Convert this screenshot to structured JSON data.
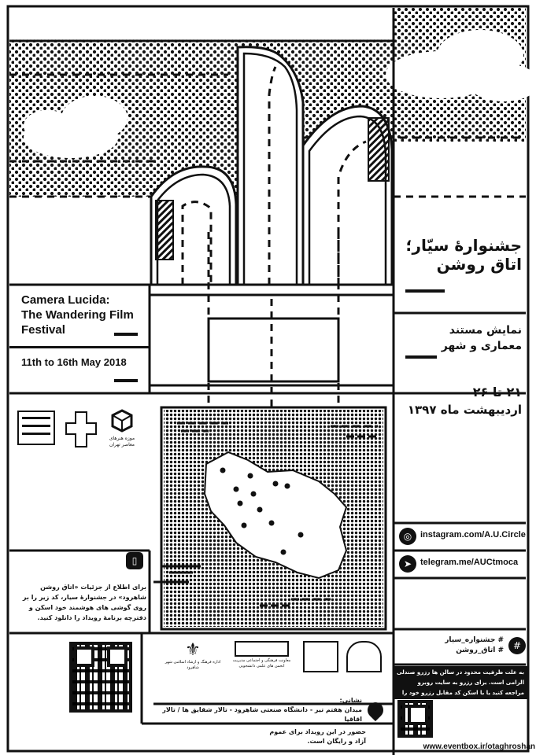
{
  "english": {
    "title_line1": "Camera Lucida:",
    "title_line2": "The Wandering Film",
    "title_line3": "Festival",
    "dates": "11th to 16th May 2018"
  },
  "persian": {
    "festival_title_line1": "جشنوارهٔ سیّار؛",
    "festival_title_line2": "اتاق روشن",
    "screening_line1": "نمایش مستند",
    "screening_line2": "معماری و شهر",
    "date_line1": "۲۱ تا ۲۶",
    "date_line2": "اردیبهشت ماه ۱۳۹۷",
    "info_text": "برای اطلاع از جزئیات «اتاق روشن شاهرود» در جشنوارهٔ سیار، کد زیر را بر روی گوشی های هوشمند خود اسکن و دفترچه برنامهٔ رویداد را دانلود کنید.",
    "hashtag1": "# جشنواره_سیار",
    "hashtag2": "# اتاق_روشن",
    "capacity_note": "به علت ظرفیت محدود در سالن ها رزرو صندلی الزامی است. برای رزرو به سایت روبرو مراجعه کنید یا با اسکن کد مقابل رزرو خود را انجام دهید.",
    "address_label": "نشانی:",
    "address": "میدان هفتم تیر - دانشگاه صنعتی شاهرود - تالار شقایق ها / تالار اقاقیا",
    "free_entry_line1": "حضور در این رویداد برای عموم",
    "free_entry_line2": "آزاد و رایگان است.",
    "logo_museum": "موزه هنرهای معاصر تهران",
    "logo_deputy": "معاونت فرهنگی و اجتماعی مدیریت انجمن های علمی دانشجویی",
    "logo_culture_office": "اداره فرهنگ و ارشاد اسلامی شهر شاهرود"
  },
  "social": {
    "instagram": "instagram.com/A.U.Circle",
    "telegram": "telegram.me/AUCtmoca"
  },
  "website": "www.eventbox.ir/otaghroshan",
  "icons": {
    "instagram": "instagram-icon",
    "telegram": "telegram-icon",
    "hashtag": "hashtag-icon",
    "phone": "phone-icon",
    "location": "location-pin-icon"
  },
  "map_dots": 12
}
